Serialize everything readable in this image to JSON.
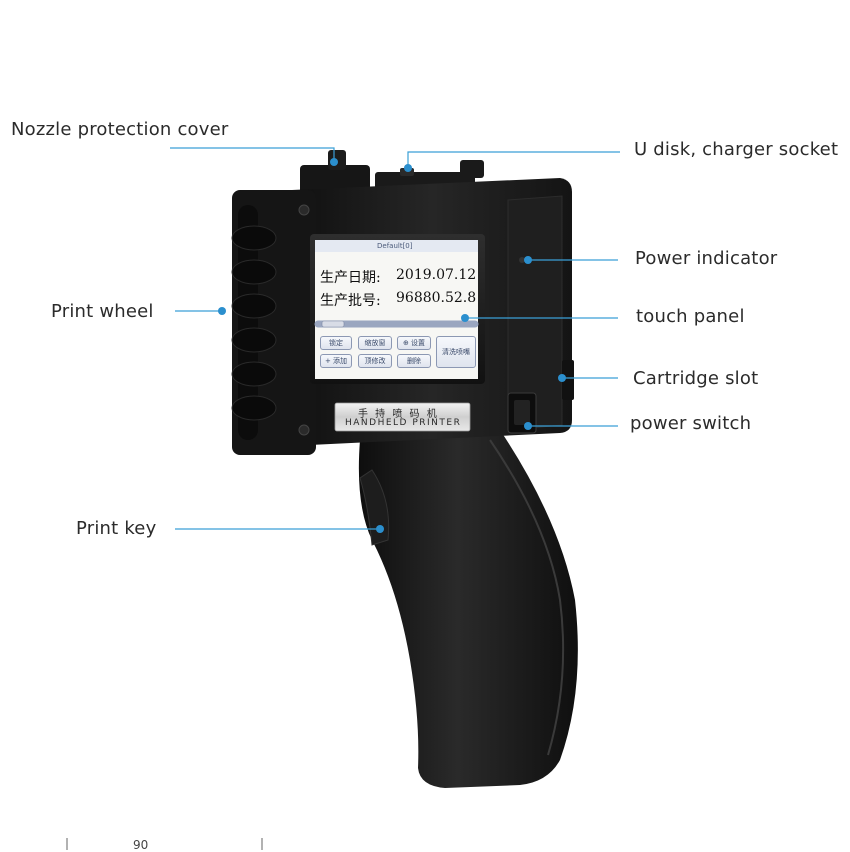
{
  "callouts": {
    "nozzle_protection_cover": "Nozzle protection cover",
    "u_disk_charger_socket": "U disk, charger socket",
    "power_indicator": "Power indicator",
    "print_wheel": "Print wheel",
    "touch_panel": "touch panel",
    "cartridge_slot": "Cartridge slot",
    "power_switch": "power switch",
    "print_key": "Print key"
  },
  "screen": {
    "title": "Default[0]",
    "line1_label": "生产日期:",
    "line1_value": "2019.07.12",
    "line2_label": "生产批号:",
    "line2_value": "96880.52.8",
    "buttons": {
      "b1": "锁定",
      "b2": "缩放窗",
      "b3": "⊕ 设置",
      "b4": "+ 添加",
      "b5": "顶修改",
      "b6": "删除",
      "b7": "清洗喷嘴"
    }
  },
  "nameplate": {
    "chinese": "手 持 喷 码 机",
    "english": "HANDHELD PRINTER"
  },
  "dimension": {
    "value": "90"
  },
  "colors": {
    "callout_line": "#3a9fd6",
    "callout_dot": "#2b8fce",
    "body": "#1a1a1a",
    "screen_bg": "#f7f7f4"
  }
}
